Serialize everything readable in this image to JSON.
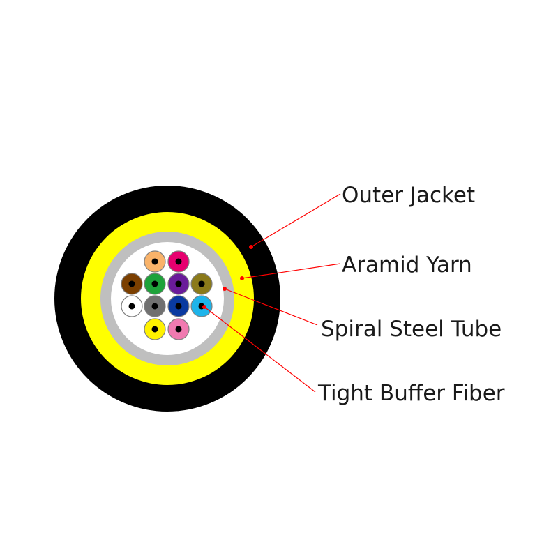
{
  "labels": {
    "outer_jacket": "Outer Jacket",
    "aramid_yarn": "Aramid Yarn",
    "spiral_steel_tube": "Spiral Steel Tube",
    "tight_buffer_fiber": "Tight Buffer Fiber"
  },
  "colors": {
    "outer_jacket": "#000000",
    "aramid_yarn": "#ffff00",
    "steel_tube": "#bfbfbf",
    "core_background": "#ffffff",
    "leader_line": "#ff0000",
    "fiber_rim": "#808080",
    "fiber_core": "#000000"
  },
  "fibers": [
    {
      "name": "fiber-orange",
      "color": "#f9b36a"
    },
    {
      "name": "fiber-rose",
      "color": "#e6006f"
    },
    {
      "name": "fiber-brown",
      "color": "#7b3f00"
    },
    {
      "name": "fiber-green",
      "color": "#1ea23a"
    },
    {
      "name": "fiber-violet",
      "color": "#6a1b9a"
    },
    {
      "name": "fiber-olive",
      "color": "#8b7a1a"
    },
    {
      "name": "fiber-white",
      "color": "#ffffff"
    },
    {
      "name": "fiber-gray",
      "color": "#707070"
    },
    {
      "name": "fiber-blue",
      "color": "#0a3aa0"
    },
    {
      "name": "fiber-aqua",
      "color": "#1eb4ea"
    },
    {
      "name": "fiber-yellow",
      "color": "#fff200"
    },
    {
      "name": "fiber-pink",
      "color": "#f07ab0"
    }
  ]
}
